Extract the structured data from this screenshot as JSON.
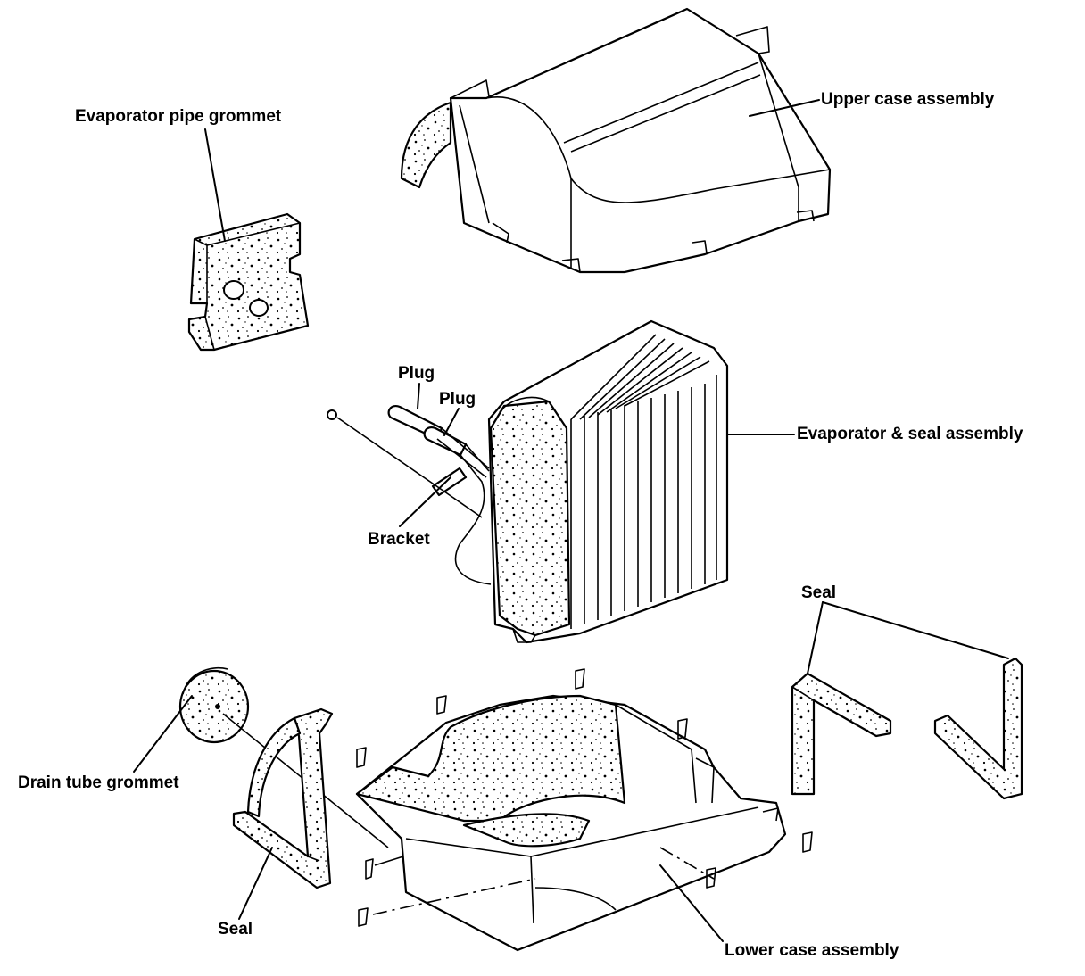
{
  "labels": {
    "evaporator_pipe_grommet": "Evaporator pipe grommet",
    "upper_case_assembly": "Upper case assembly",
    "plug_1": "Plug",
    "plug_2": "Plug",
    "bracket": "Bracket",
    "evaporator_seal_assembly": "Evaporator & seal assembly",
    "seal_right": "Seal",
    "drain_tube_grommet": "Drain tube grommet",
    "seal_left": "Seal",
    "lower_case_assembly": "Lower case assembly"
  },
  "colors": {
    "ink": "#000000",
    "paper": "#ffffff"
  }
}
